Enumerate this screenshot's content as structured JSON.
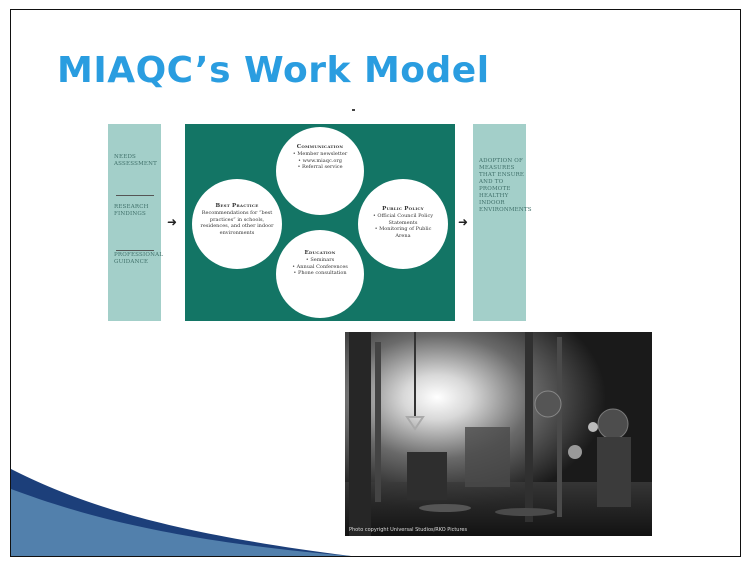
{
  "slide": {
    "title": "MIAQC’s Work Model"
  },
  "left_column": {
    "items": [
      "Needs Assessment",
      "Research Findings",
      "Professional Guidance"
    ]
  },
  "right_column": {
    "text": "Adoption of measures that ensure and to promote healthy indoor environments"
  },
  "circles": {
    "communication": {
      "title": "Communication",
      "lines": [
        "• Member newsletter",
        "• www.miaqc.org",
        "• Referral service"
      ]
    },
    "best_practice": {
      "title": "Best Practice",
      "lines": [
        "Recommendations for “best practices” in schools, residences, and other indoor environments"
      ]
    },
    "public_policy": {
      "title": "Public Policy",
      "lines": [
        "• Official Council Policy Statements",
        "• Monitoring of Public Arena"
      ]
    },
    "education": {
      "title": "Education",
      "lines": [
        "• Seminars",
        "• Annual Conferences",
        "• Phone consultation"
      ]
    }
  },
  "arrows": {
    "left": "➜",
    "right": "➜"
  },
  "photo": {
    "credit": "Photo copyright Universal Studios/RKO Pictures"
  },
  "colors": {
    "title": "#2a9de0",
    "panel": "#137565",
    "side_columns": "#a3cfc9",
    "corner_swoosh": "#1c3f7a"
  }
}
